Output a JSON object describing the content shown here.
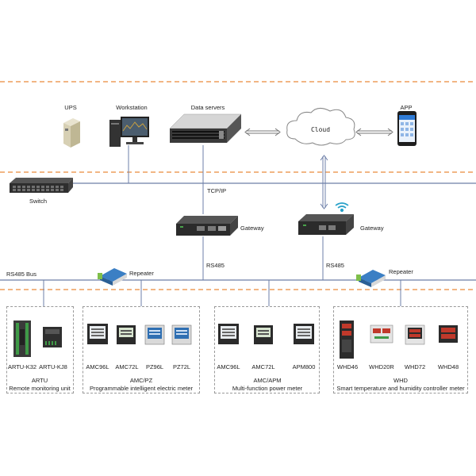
{
  "colors": {
    "dash_line": "#e98b3a",
    "bus_line": "#6d7fa8",
    "device_dark": "#2a2a2a"
  },
  "top": {
    "ups": "UPS",
    "workstation": "Workstation",
    "data_servers": "Data servers",
    "cloud": "Cloud",
    "app": "APP"
  },
  "network": {
    "switch": "Switch",
    "tcpip": "TCP/IP",
    "gateway_left": "Gateway",
    "gateway_right": "Gateway",
    "rs485_left": "RS485",
    "rs485_right": "RS485",
    "rs485_bus": "RS485 Bus",
    "repeater_left": "Repeater",
    "repeater_right": "Repeater"
  },
  "groups": [
    {
      "devices": [
        "ARTU-K32",
        "ARTU-KJ8"
      ],
      "name": "ARTU",
      "desc": "Remote monitoring unit"
    },
    {
      "devices": [
        "AMC96L",
        "AMC72L",
        "PZ96L",
        "PZ72L"
      ],
      "name": "AMC/PZ",
      "desc": "Programmable intelligent electric meter"
    },
    {
      "devices": [
        "AMC96L",
        "AMC72L",
        "APM800"
      ],
      "name": "AMC/APM",
      "desc": "Multi-function power meter"
    },
    {
      "devices": [
        "WHD46",
        "WHD20R",
        "WHD72",
        "WHD48"
      ],
      "name": "WHD",
      "desc": "Smart temperature and humidity controller meter"
    }
  ]
}
